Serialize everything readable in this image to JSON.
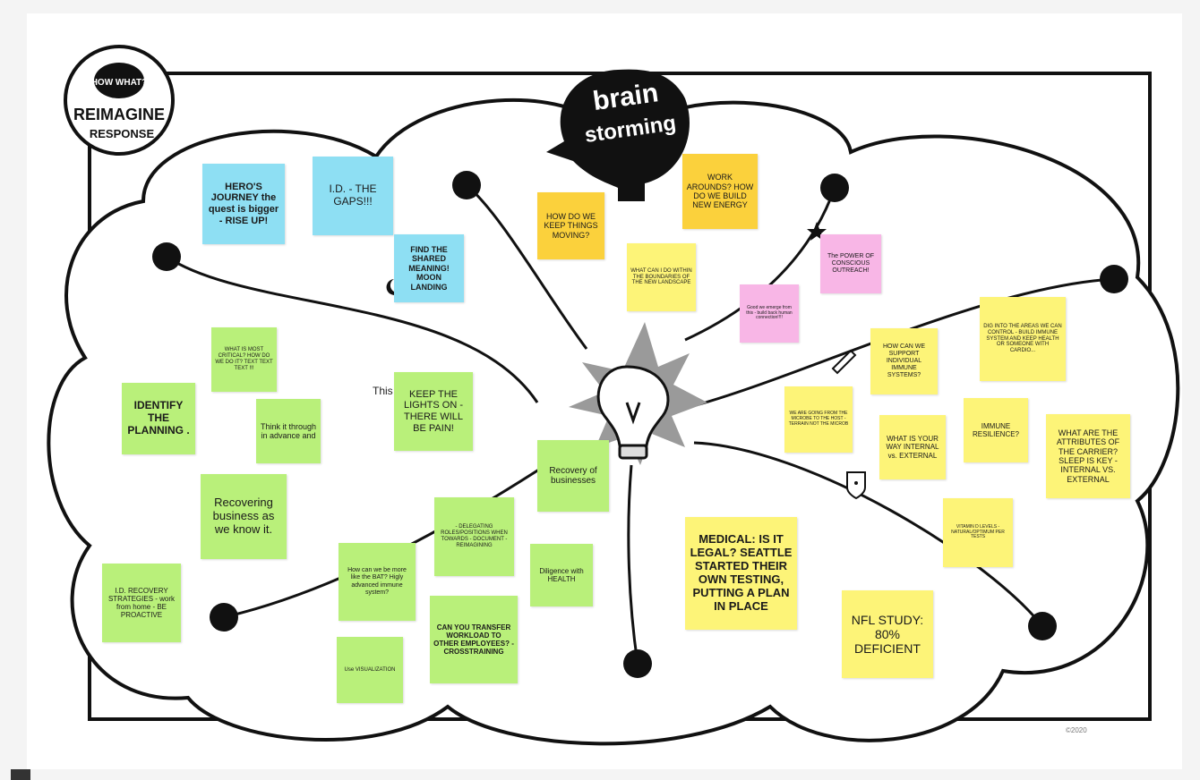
{
  "logo": {
    "top": "HOW WHAT?",
    "main": "REIMAGINE",
    "sub": "RESPONSE"
  },
  "badge": {
    "line1": "brain",
    "line2": "storming"
  },
  "stray_text": "This",
  "copyright": "©2020",
  "colors": {
    "blue": "#8edff3",
    "green": "#b9f07a",
    "yellow": "#fdf478",
    "orange": "#fbd13c",
    "pink": "#f8b6e6",
    "ink": "#111111"
  },
  "notes": {
    "heros_journey": "HERO'S JOURNEY the quest is bigger - RISE UP!",
    "id_gaps": "I.D. - THE GAPS!!!",
    "shared_meaning": "FIND THE SHARED MEANING! MOON LANDING",
    "what_is_most_critical": "WHAT IS MOST CRITICAL? HOW DO WE DO IT? TEXT TEXT TEXT !!!",
    "identify_planning": "IDENTIFY THE PLANNING .",
    "think_it_through": "Think it through in advance and",
    "keep_lights_on": "KEEP THE LIGHTS ON - THERE WILL BE PAIN!",
    "recovering_business": "Recovering business as we know it.",
    "recovery_strategies": "I.D. RECOVERY STRATEGIES - work from home - BE PROACTIVE",
    "delegating": "- DELEGATING ROLES/POSITIONS WHEN TOWARDS - DOCUMENT - REIMAGINING",
    "recovery_of_businesses": "Recovery of businesses",
    "more_like_bat": "How can we be more like the BAT? Higly advanced immune system?",
    "diligence_health": "Diligence with HEALTH",
    "use_visualization": "Use VISUALIZATION",
    "transfer_workload": "CAN YOU TRANSFER WORKLOAD TO OTHER EMPLOYEES? - CROSSTRAINING",
    "keep_things_moving": "HOW DO WE KEEP THINGS MOVING?",
    "work_arounds": "WORK AROUNDS? HOW DO WE BUILD NEW ENERGY",
    "within_boundaries": "WHAT CAN I DO WITHIN THE BOUNDARIES OF THE NEW LANDSCAPE",
    "power_of_outreach": "The POWER OF CONSCIOUS OUTREACH!",
    "build_connection": "Good we emerge from this - build back human connection!!!!",
    "dig_into_areas": "DIG INTO THE AREAS WE CAN CONTROL - BUILD IMMUNE SYSTEM AND KEEP HEALTH OR SOMEONE WITH CARDIO...",
    "support_immune": "HOW CAN WE SUPPORT INDIVIDUAL IMMUNE SYSTEMS?",
    "microbe_to_host": "WE ARE GOING FROM THE MICROBE TO THE HOST - TERRAIN NOT THE MICROB",
    "what_is_your_way": "WHAT IS YOUR WAY INTERNAL vs. EXTERNAL",
    "immune_resilience": "IMMUNE RESILIENCE?",
    "attributes_of_carrier": "WHAT ARE THE ATTRIBUTES OF THE CARRIER? SLEEP IS KEY - INTERNAL VS. EXTERNAL",
    "vitamin_d": "VITAMIN D LEVELS - NATURAL/OPTIMUM PER TESTS",
    "medical_legal": "MEDICAL: IS IT LEGAL? SEATTLE STARTED THEIR OWN TESTING, PUTTING A PLAN IN PLACE",
    "nfl_study": "NFL STUDY: 80% DEFICIENT"
  }
}
